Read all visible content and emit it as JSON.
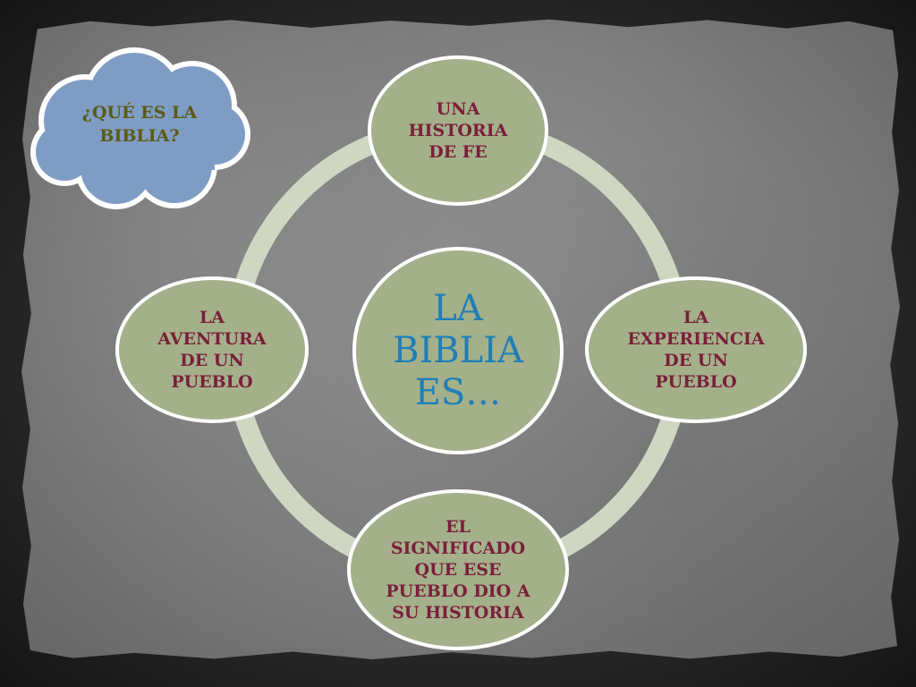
{
  "title_cloud": {
    "text_line1": "¿QUÉ ES LA",
    "text_line2": "BIBLIA?"
  },
  "center": {
    "line1": "LA",
    "line2": "BIBLIA",
    "line3": "ES…"
  },
  "nodes": [
    {
      "id": "top",
      "lines": [
        "UNA",
        "HISTORIA",
        "DE FE"
      ]
    },
    {
      "id": "right",
      "lines": [
        "LA",
        "EXPERIENCIA",
        "DE UN",
        "PUEBLO"
      ]
    },
    {
      "id": "bottom",
      "lines": [
        "EL",
        "SIGNIFICADO",
        "QUE ESE",
        "PUEBLO DIO A",
        "SU HISTORIA"
      ]
    },
    {
      "id": "left",
      "lines": [
        "LA",
        "AVENTURA",
        "DE UN",
        "PUEBLO"
      ]
    }
  ],
  "colors": {
    "ring": "#cfd7c3",
    "node_fill": "#a4b08a",
    "node_stroke": "#ffffff",
    "node_text": "#7a1f3a",
    "center_text": "#1f7fb6",
    "cloud_fill": "#7f9dc4",
    "cloud_text": "#5c5a14"
  }
}
